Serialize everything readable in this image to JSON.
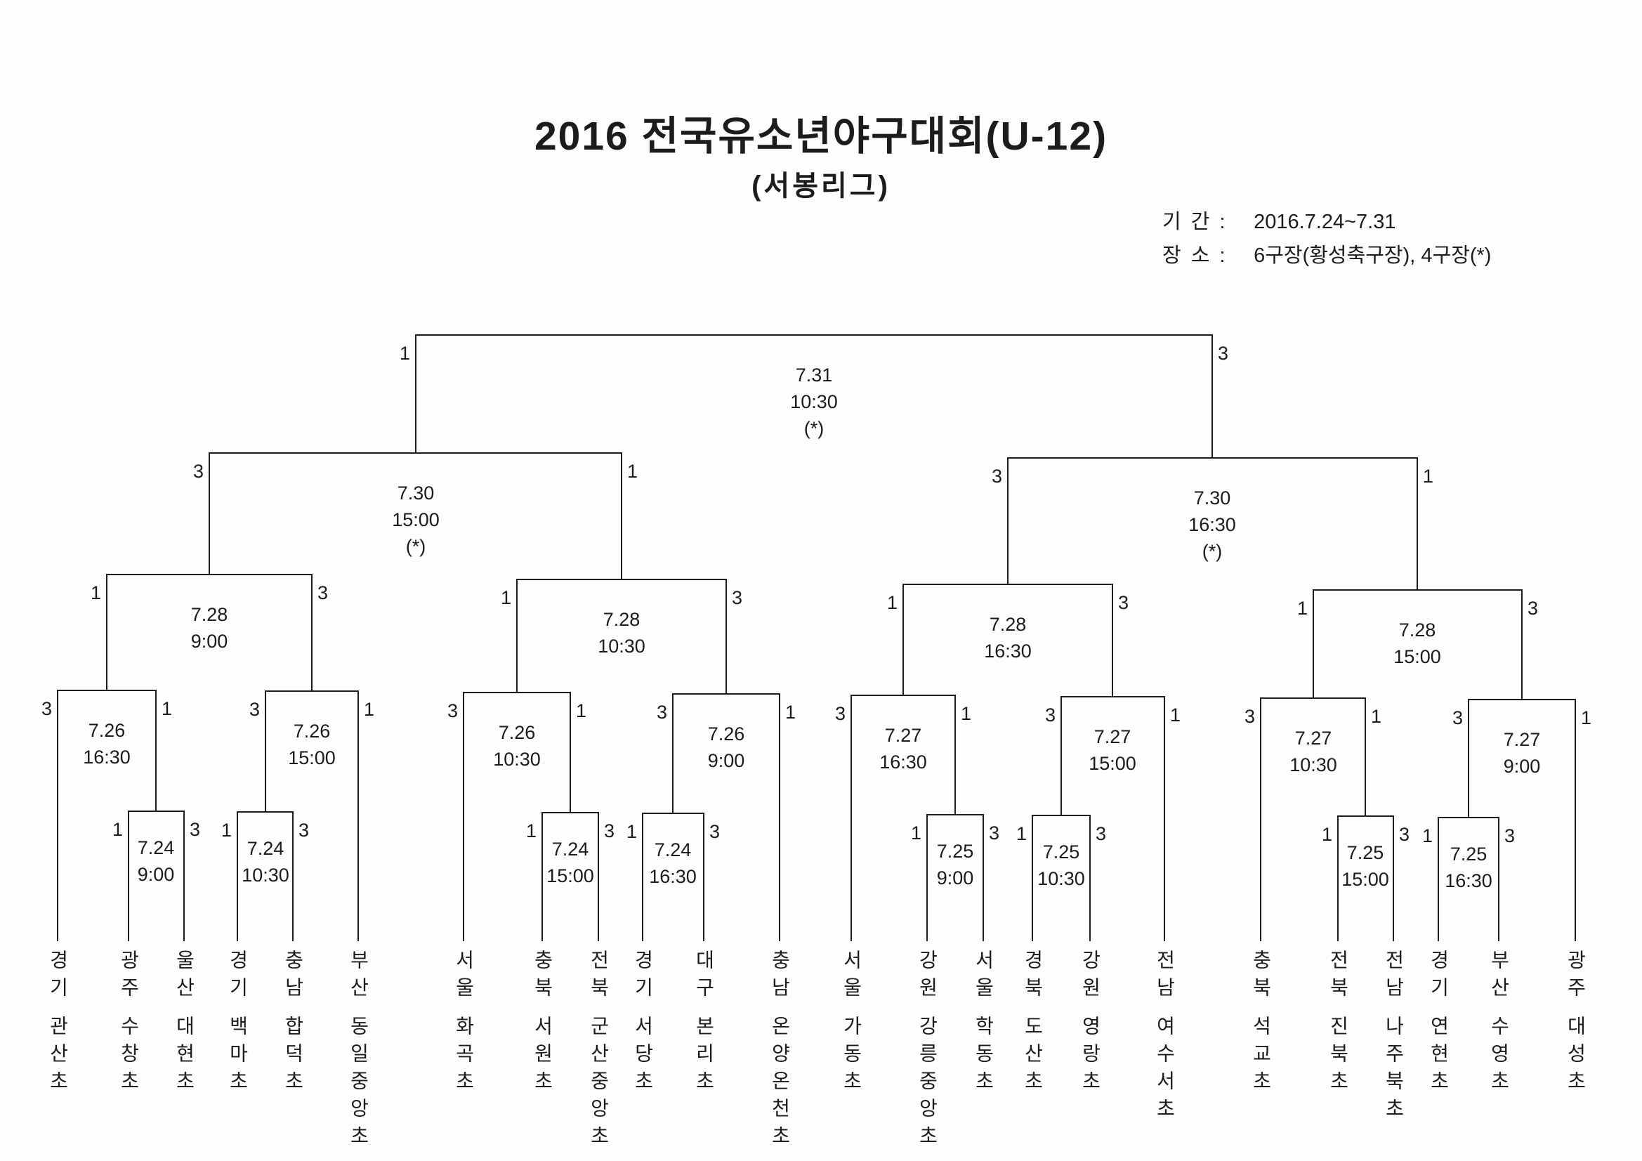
{
  "header": {
    "title": "2016 전국유소년야구대회(U-12)",
    "subtitle": "(서봉리그)",
    "info": [
      {
        "label": "기 간 :",
        "value": "2016.7.24~7.31"
      },
      {
        "label": "장 소 :",
        "value": "6구장(황성축구장), 4구장(*)"
      }
    ]
  },
  "matches": {
    "final": {
      "date": "7.31",
      "time": "10:30",
      "venue": "(*)",
      "score_left": "1",
      "score_right": "3"
    },
    "semi_l": {
      "date": "7.30",
      "time": "15:00",
      "venue": "(*)",
      "score_left": "3",
      "score_right": "1"
    },
    "semi_r": {
      "date": "7.30",
      "time": "16:30",
      "venue": "(*)",
      "score_left": "3",
      "score_right": "1"
    },
    "qf1": {
      "date": "7.28",
      "time": "9:00",
      "score_left": "1",
      "score_right": "3"
    },
    "qf2": {
      "date": "7.28",
      "time": "10:30",
      "score_left": "1",
      "score_right": "3"
    },
    "qf3": {
      "date": "7.28",
      "time": "16:30",
      "score_left": "1",
      "score_right": "3"
    },
    "qf4": {
      "date": "7.28",
      "time": "15:00",
      "score_left": "1",
      "score_right": "3"
    },
    "r21": {
      "date": "7.26",
      "time": "16:30",
      "score_left": "3",
      "score_right": "1"
    },
    "r22": {
      "date": "7.26",
      "time": "15:00",
      "score_left": "3",
      "score_right": "1"
    },
    "r23": {
      "date": "7.26",
      "time": "10:30",
      "score_left": "3",
      "score_right": "1"
    },
    "r24": {
      "date": "7.26",
      "time": "9:00",
      "score_left": "3",
      "score_right": "1"
    },
    "r25": {
      "date": "7.27",
      "time": "16:30",
      "score_left": "3",
      "score_right": "1"
    },
    "r26": {
      "date": "7.27",
      "time": "15:00",
      "score_left": "3",
      "score_right": "1"
    },
    "r27": {
      "date": "7.27",
      "time": "10:30",
      "score_left": "3",
      "score_right": "1"
    },
    "r28": {
      "date": "7.27",
      "time": "9:00",
      "score_left": "3",
      "score_right": "1"
    },
    "fr1": {
      "date": "7.24",
      "time": "9:00",
      "score_left": "1",
      "score_right": "3"
    },
    "fr2": {
      "date": "7.24",
      "time": "10:30",
      "score_left": "1",
      "score_right": "3"
    },
    "fr3": {
      "date": "7.24",
      "time": "15:00",
      "score_left": "1",
      "score_right": "3"
    },
    "fr4": {
      "date": "7.24",
      "time": "16:30",
      "score_left": "1",
      "score_right": "3"
    },
    "fr5": {
      "date": "7.25",
      "time": "9:00",
      "score_left": "1",
      "score_right": "3"
    },
    "fr6": {
      "date": "7.25",
      "time": "10:30",
      "score_left": "1",
      "score_right": "3"
    },
    "fr7": {
      "date": "7.25",
      "time": "15:00",
      "score_left": "1",
      "score_right": "3"
    },
    "fr8": {
      "date": "7.25",
      "time": "16:30",
      "score_left": "1",
      "score_right": "3"
    }
  },
  "teams": [
    {
      "region": "경기",
      "school": "관산초"
    },
    {
      "region": "광주",
      "school": "수창초"
    },
    {
      "region": "울산",
      "school": "대현초"
    },
    {
      "region": "경기",
      "school": "백마초"
    },
    {
      "region": "충남",
      "school": "합덕초"
    },
    {
      "region": "부산",
      "school": "동일중앙초"
    },
    {
      "region": "서울",
      "school": "화곡초"
    },
    {
      "region": "충북",
      "school": "서원초"
    },
    {
      "region": "전북",
      "school": "군산중앙초"
    },
    {
      "region": "경기",
      "school": "서당초"
    },
    {
      "region": "대구",
      "school": "본리초"
    },
    {
      "region": "충남",
      "school": "온양온천초"
    },
    {
      "region": "서울",
      "school": "가동초"
    },
    {
      "region": "강원",
      "school": "강릉중앙초"
    },
    {
      "region": "서울",
      "school": "학동초"
    },
    {
      "region": "경북",
      "school": "도산초"
    },
    {
      "region": "강원",
      "school": "영랑초"
    },
    {
      "region": "전남",
      "school": "여수서초"
    },
    {
      "region": "충북",
      "school": "석교초"
    },
    {
      "region": "전북",
      "school": "진북초"
    },
    {
      "region": "전남",
      "school": "나주북초"
    },
    {
      "region": "경기",
      "school": "연현초"
    },
    {
      "region": "부산",
      "school": "수영초"
    },
    {
      "region": "광주",
      "school": "대성초"
    }
  ]
}
